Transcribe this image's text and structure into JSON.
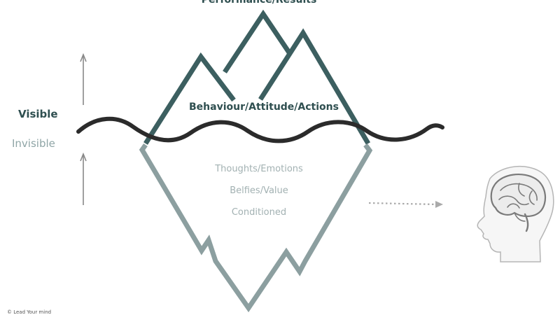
{
  "labels": {
    "top": "Performance/Results",
    "above_water": "Behaviour/Attitude/Actions",
    "visible": "Visible",
    "invisible": "Invisible"
  },
  "below_water_items": [
    "Thoughts/Emotions",
    "Belfies/Value",
    "Conditioned"
  ],
  "footer": {
    "copyright": "© Lead Your mind"
  },
  "colors": {
    "peaks_stroke": "#3c5f60",
    "underwater_stroke": "#8c9fa0",
    "wave": "#2b2b2b",
    "arrow": "#888888",
    "dotted_arrow": "#aaaaaa",
    "brain": "#7a7a7a",
    "head": "#b5b5b5"
  },
  "icons": {
    "head": "head-with-brain-icon"
  }
}
